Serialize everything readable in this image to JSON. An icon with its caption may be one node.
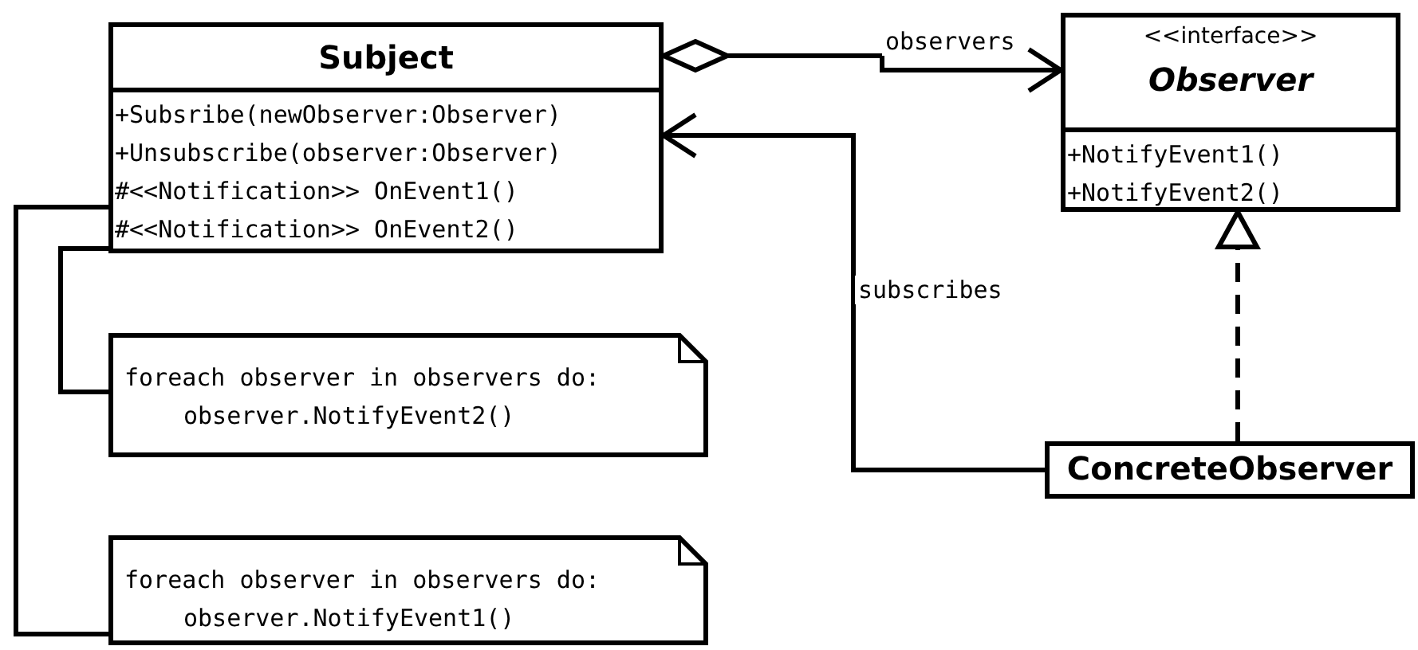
{
  "diagram": {
    "nodes": [
      {
        "text": [
          "Subject",
          "+Subsribe(newObserver:Observer)",
          "+Unsubscribe(observer:Observer)",
          "#<<Notification>> OnEvent1()",
          "#<<Notification>> OnEvent2()"
        ]
      },
      {
        "text": [
          "<<interface>>",
          "Observer",
          "+NotifyEvent1()",
          "+NotifyEvent2()"
        ]
      },
      {
        "text": [
          "foreach observer in observers do:",
          "observer.NotifyEvent2()"
        ]
      },
      {
        "text": [
          "ConcreteObserver"
        ]
      },
      {
        "text": [
          "foreach observer in observers do:",
          "observer.NotifyEvent1()"
        ]
      }
    ],
    "edges": [
      {
        "from": 0,
        "to": 1,
        "arrow": "to",
        "label": "observers"
      },
      {
        "from": 3,
        "to": 0,
        "arrow": "to",
        "label": "subscribes"
      },
      {
        "from": 3,
        "to": 1,
        "arrow": "to",
        "style": "dashed"
      },
      {
        "from": 0,
        "to": 2,
        "arrow": "none"
      },
      {
        "from": 0,
        "to": 4,
        "arrow": "none"
      }
    ]
  }
}
